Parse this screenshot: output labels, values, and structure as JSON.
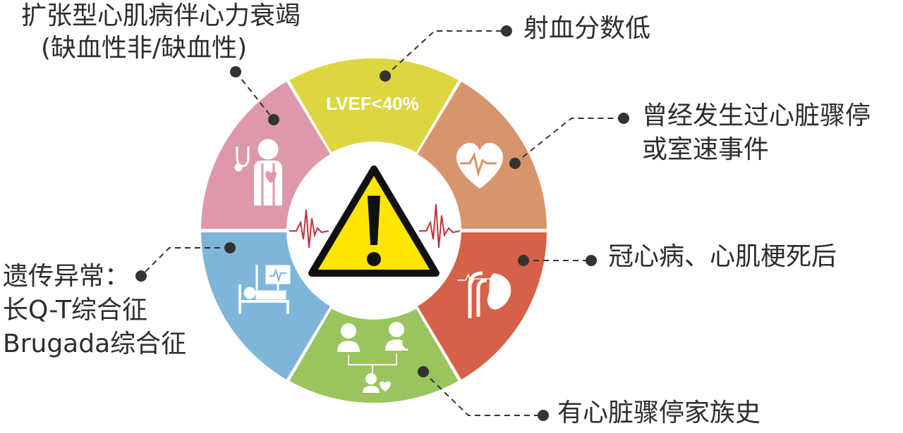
{
  "center_label": "LVEF<40%",
  "labels": {
    "dcm_line1": "扩张型心肌病伴心力衰竭",
    "dcm_line2": "(缺血性非/缺血性)",
    "low_ef": "射血分数低",
    "arrest_line1": "曾经发生过心脏骤停",
    "arrest_line2": "或室速事件",
    "cad": "冠心病、心肌梗死后",
    "family": "有心脏骤停家族史",
    "genetic_line1": "遗传异常：",
    "genetic_line2": "长Q-T综合征",
    "genetic_line3": "Brugada综合征"
  },
  "colors": {
    "yellow": "#dcd640",
    "orange": "#d8946a",
    "red": "#d46148",
    "green": "#9ac45e",
    "blue": "#7eb6d9",
    "pink": "#de98aa",
    "warning": "#ffe500"
  },
  "icons": {
    "pink": "doctor-heart-icon",
    "orange": "heart-pulse-icon",
    "red": "ecg-heart-icon",
    "green": "family-heart-icon",
    "blue": "hospital-bed-icon",
    "center": "warning-triangle-icon"
  }
}
